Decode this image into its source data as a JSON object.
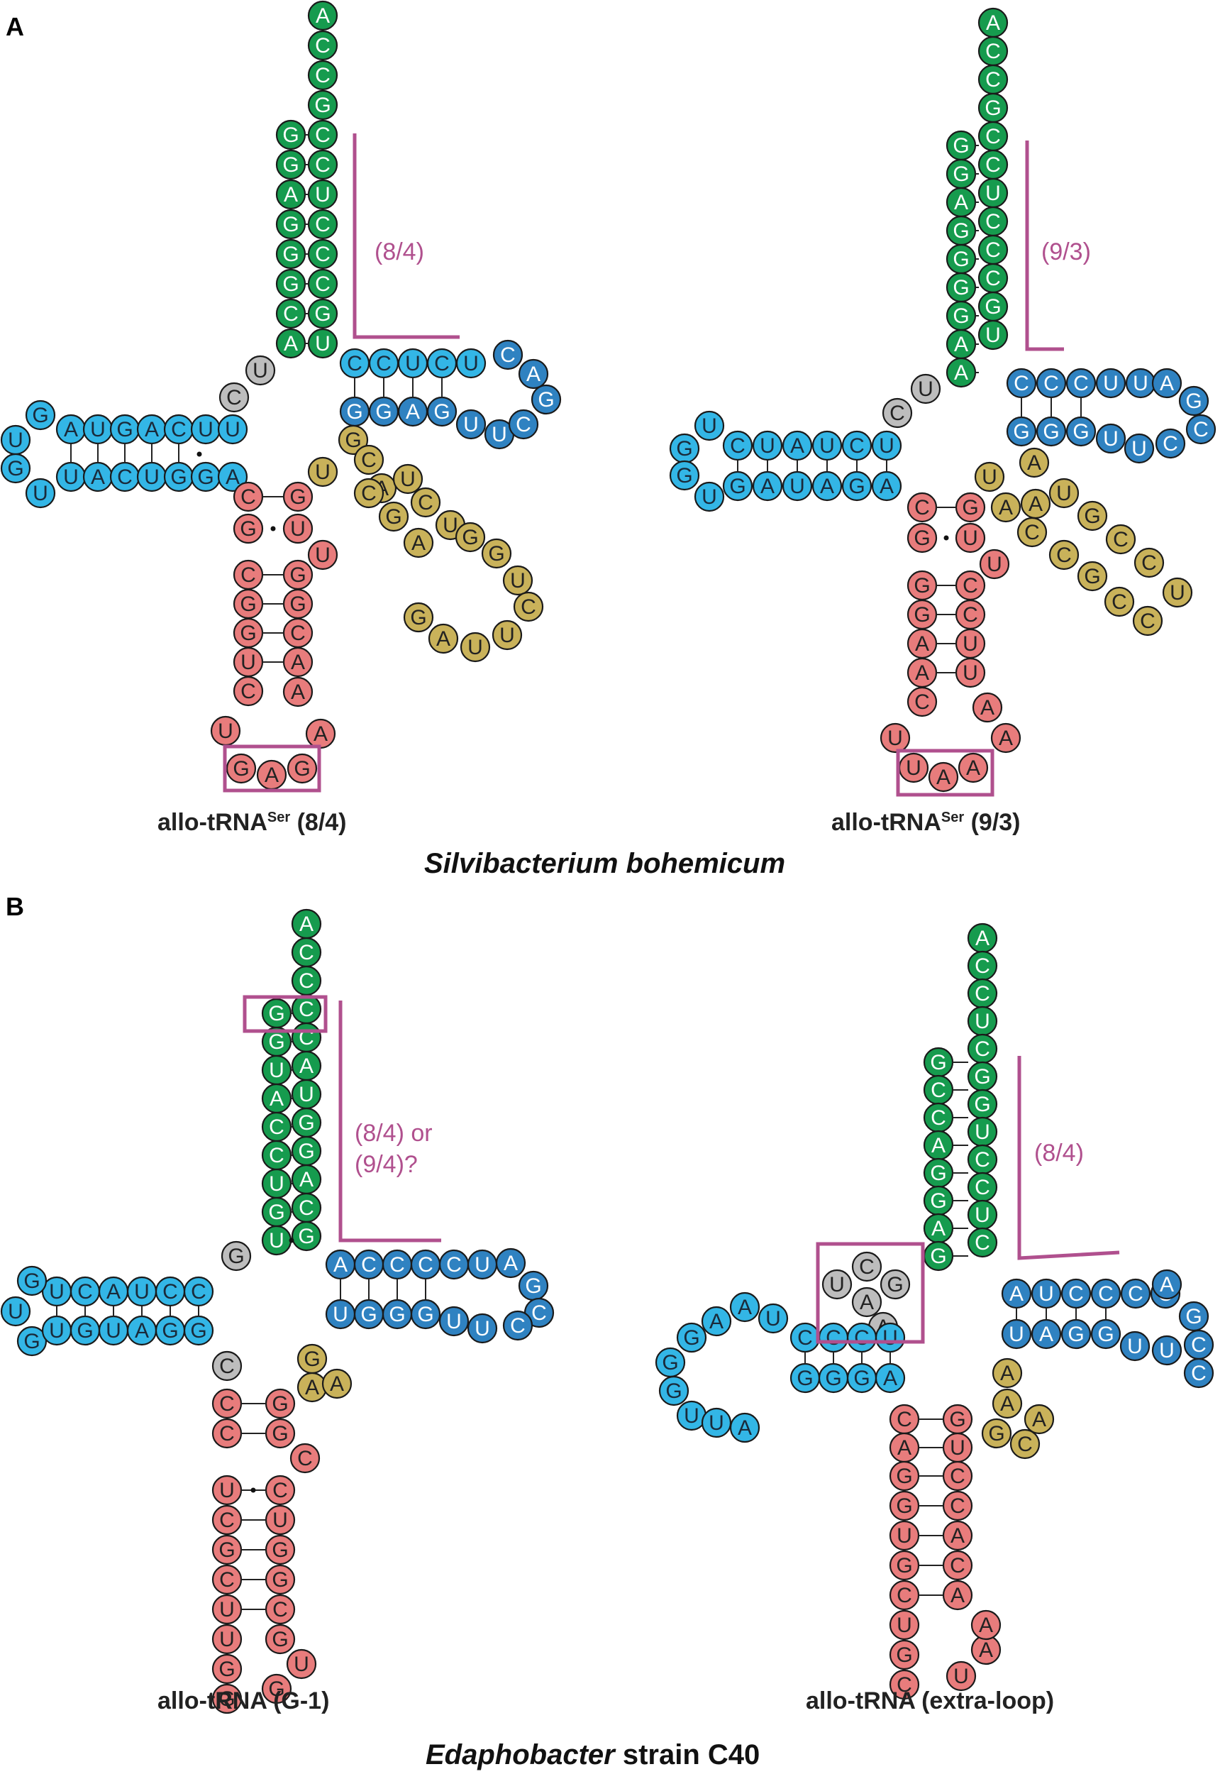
{
  "panels": [
    {
      "letter": "A",
      "organism_italic": "Silvibacterium bohemicum",
      "organism_rest": ""
    },
    {
      "letter": "B",
      "organism_italic": "Edaphobacter",
      "organism_rest": " strain C40"
    }
  ],
  "colors": {
    "acceptor": "#169b4e",
    "d_arm": "#33b6e6",
    "t_arm": "#2f82c1",
    "variable": "#c9b25a",
    "anticodon": "#e87c7c",
    "connector": "#bdbdbd",
    "highlight": "#b0508e"
  },
  "structures": [
    {
      "caption_main": "allo-tRNA",
      "caption_sup": "Ser",
      "caption_end": " (8/4)",
      "ratio": [
        "(8/4)"
      ],
      "acceptor_5": "GGAGGGCA",
      "acceptor_3": "ACCGCCUCCCGU",
      "connector_1": "UC",
      "d_stem_top": "AUGACUU",
      "d_loop_left": "GU",
      "d_stem_bottom": "UACUGGA",
      "anticodon_stem_left": "CG",
      "anticodon_lower_left": "CGGUC",
      "anticodon_loop": "UGAGAA",
      "anticodon_stem_right": "GU",
      "anticodon_lower_right": "GGCA",
      "anticodon_extra": "U",
      "variable": "GUCAUCUCGAGGUCUUAG",
      "t_stem_top": "CCUCU",
      "t_loop": "CAG",
      "t_stem_bottom": "GGAGUUC",
      "anticodon_box": "GAG"
    },
    {
      "caption_main": "allo-tRNA",
      "caption_sup": "Ser",
      "caption_end": " (9/3)",
      "ratio": [
        "(9/3)"
      ],
      "acceptor_5": "GGAGGGGAA",
      "acceptor_3": "ACCGCCUCCCGU",
      "connector_1": "CU",
      "d_stem_top": "CUAUCU",
      "d_loop_left": "UGU",
      "d_stem_bottom": "GAUAGA",
      "anticodon_stem_left": "CG",
      "anticodon_lower_left": "GGAAC",
      "anticodon_loop": "UUAAA",
      "anticodon_stem_right": "GU",
      "anticodon_lower_right": "CCUUA",
      "anticodon_extra": "U",
      "variable": "AUAAUCGCCGCUCC",
      "t_stem_top": "CCCUU",
      "t_loop": "AGC",
      "t_stem_bottom": "GGGUUC",
      "anticodon_box": "UAA"
    },
    {
      "caption_main": "allo-tRNA",
      "caption_sup": "",
      "caption_end": " (G-1)",
      "ratio": [
        "(8/4) or",
        "(9/4)?"
      ],
      "acceptor_5": "GGUACCUGU",
      "acceptor_3": "ACCCCAUGGACG",
      "connector_1": "G",
      "d_stem_top": "UCAUCC",
      "d_loop_left": "GUG",
      "d_stem_bottom": "UGUAGG",
      "connector_2": "C",
      "anticodon_stem_left": "CC",
      "anticodon_lower_left": "UCGCUUGG",
      "anticodon_loop": "GU",
      "anticodon_stem_right": "GG",
      "anticodon_lower_right": "CUGGCG",
      "anticodon_extra": "",
      "variable": "GAA",
      "t_stem_top": "ACCCCU",
      "t_loop": "AGC",
      "t_stem_bottom": "UGGGUUC",
      "anticodon_box": ""
    },
    {
      "caption_main": "allo-tRNA",
      "caption_sup": "",
      "caption_end": " (extra-loop)",
      "ratio": [
        "(8/4)"
      ],
      "acceptor_5": "GCCAGGAG",
      "acceptor_3": "ACCUCGGUCCUC",
      "connector_1": "UCGAA",
      "d_stem_top": "CCCU",
      "d_loop_left": "UAAGGGUUA",
      "d_stem_bottom": "GGGA",
      "anticodon_stem_left": "CA",
      "anticodon_lower_left": "GGUGCUGC",
      "anticodon_loop": "UA",
      "anticodon_stem_right": "GU",
      "anticodon_lower_right": "CCACA",
      "anticodon_extra": "",
      "variable": "AAAGC",
      "t_stem_top": "AUCCCC",
      "t_loop": "AGC",
      "t_stem_bottom": "UAGGUUC",
      "anticodon_box": ""
    }
  ]
}
